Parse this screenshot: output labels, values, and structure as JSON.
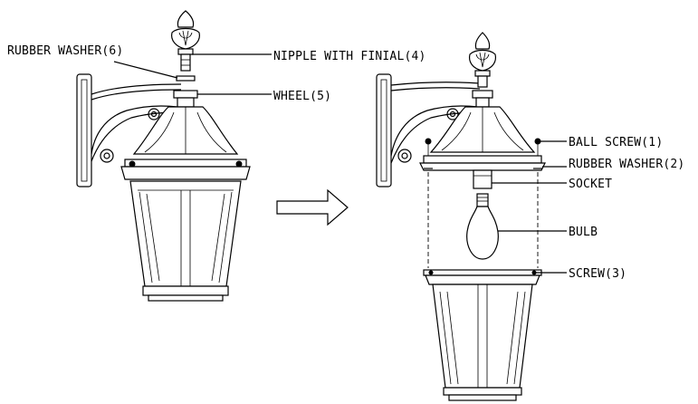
{
  "labels": {
    "rubber_washer_6": "RUBBER WASHER(6)",
    "nipple_with_finial_4": "NIPPLE WITH FINIAL(4)",
    "wheel_5": "WHEEL(5)",
    "ball_screw_1": "BALL SCREW(1)",
    "rubber_washer_2": "RUBBER WASHER(2)",
    "socket": "SOCKET",
    "bulb": "BULB",
    "screw_3": "SCREW(3)"
  },
  "colors": {
    "line": "#000000",
    "background": "#ffffff"
  },
  "icons": {
    "arrow": "right-arrow-icon"
  }
}
